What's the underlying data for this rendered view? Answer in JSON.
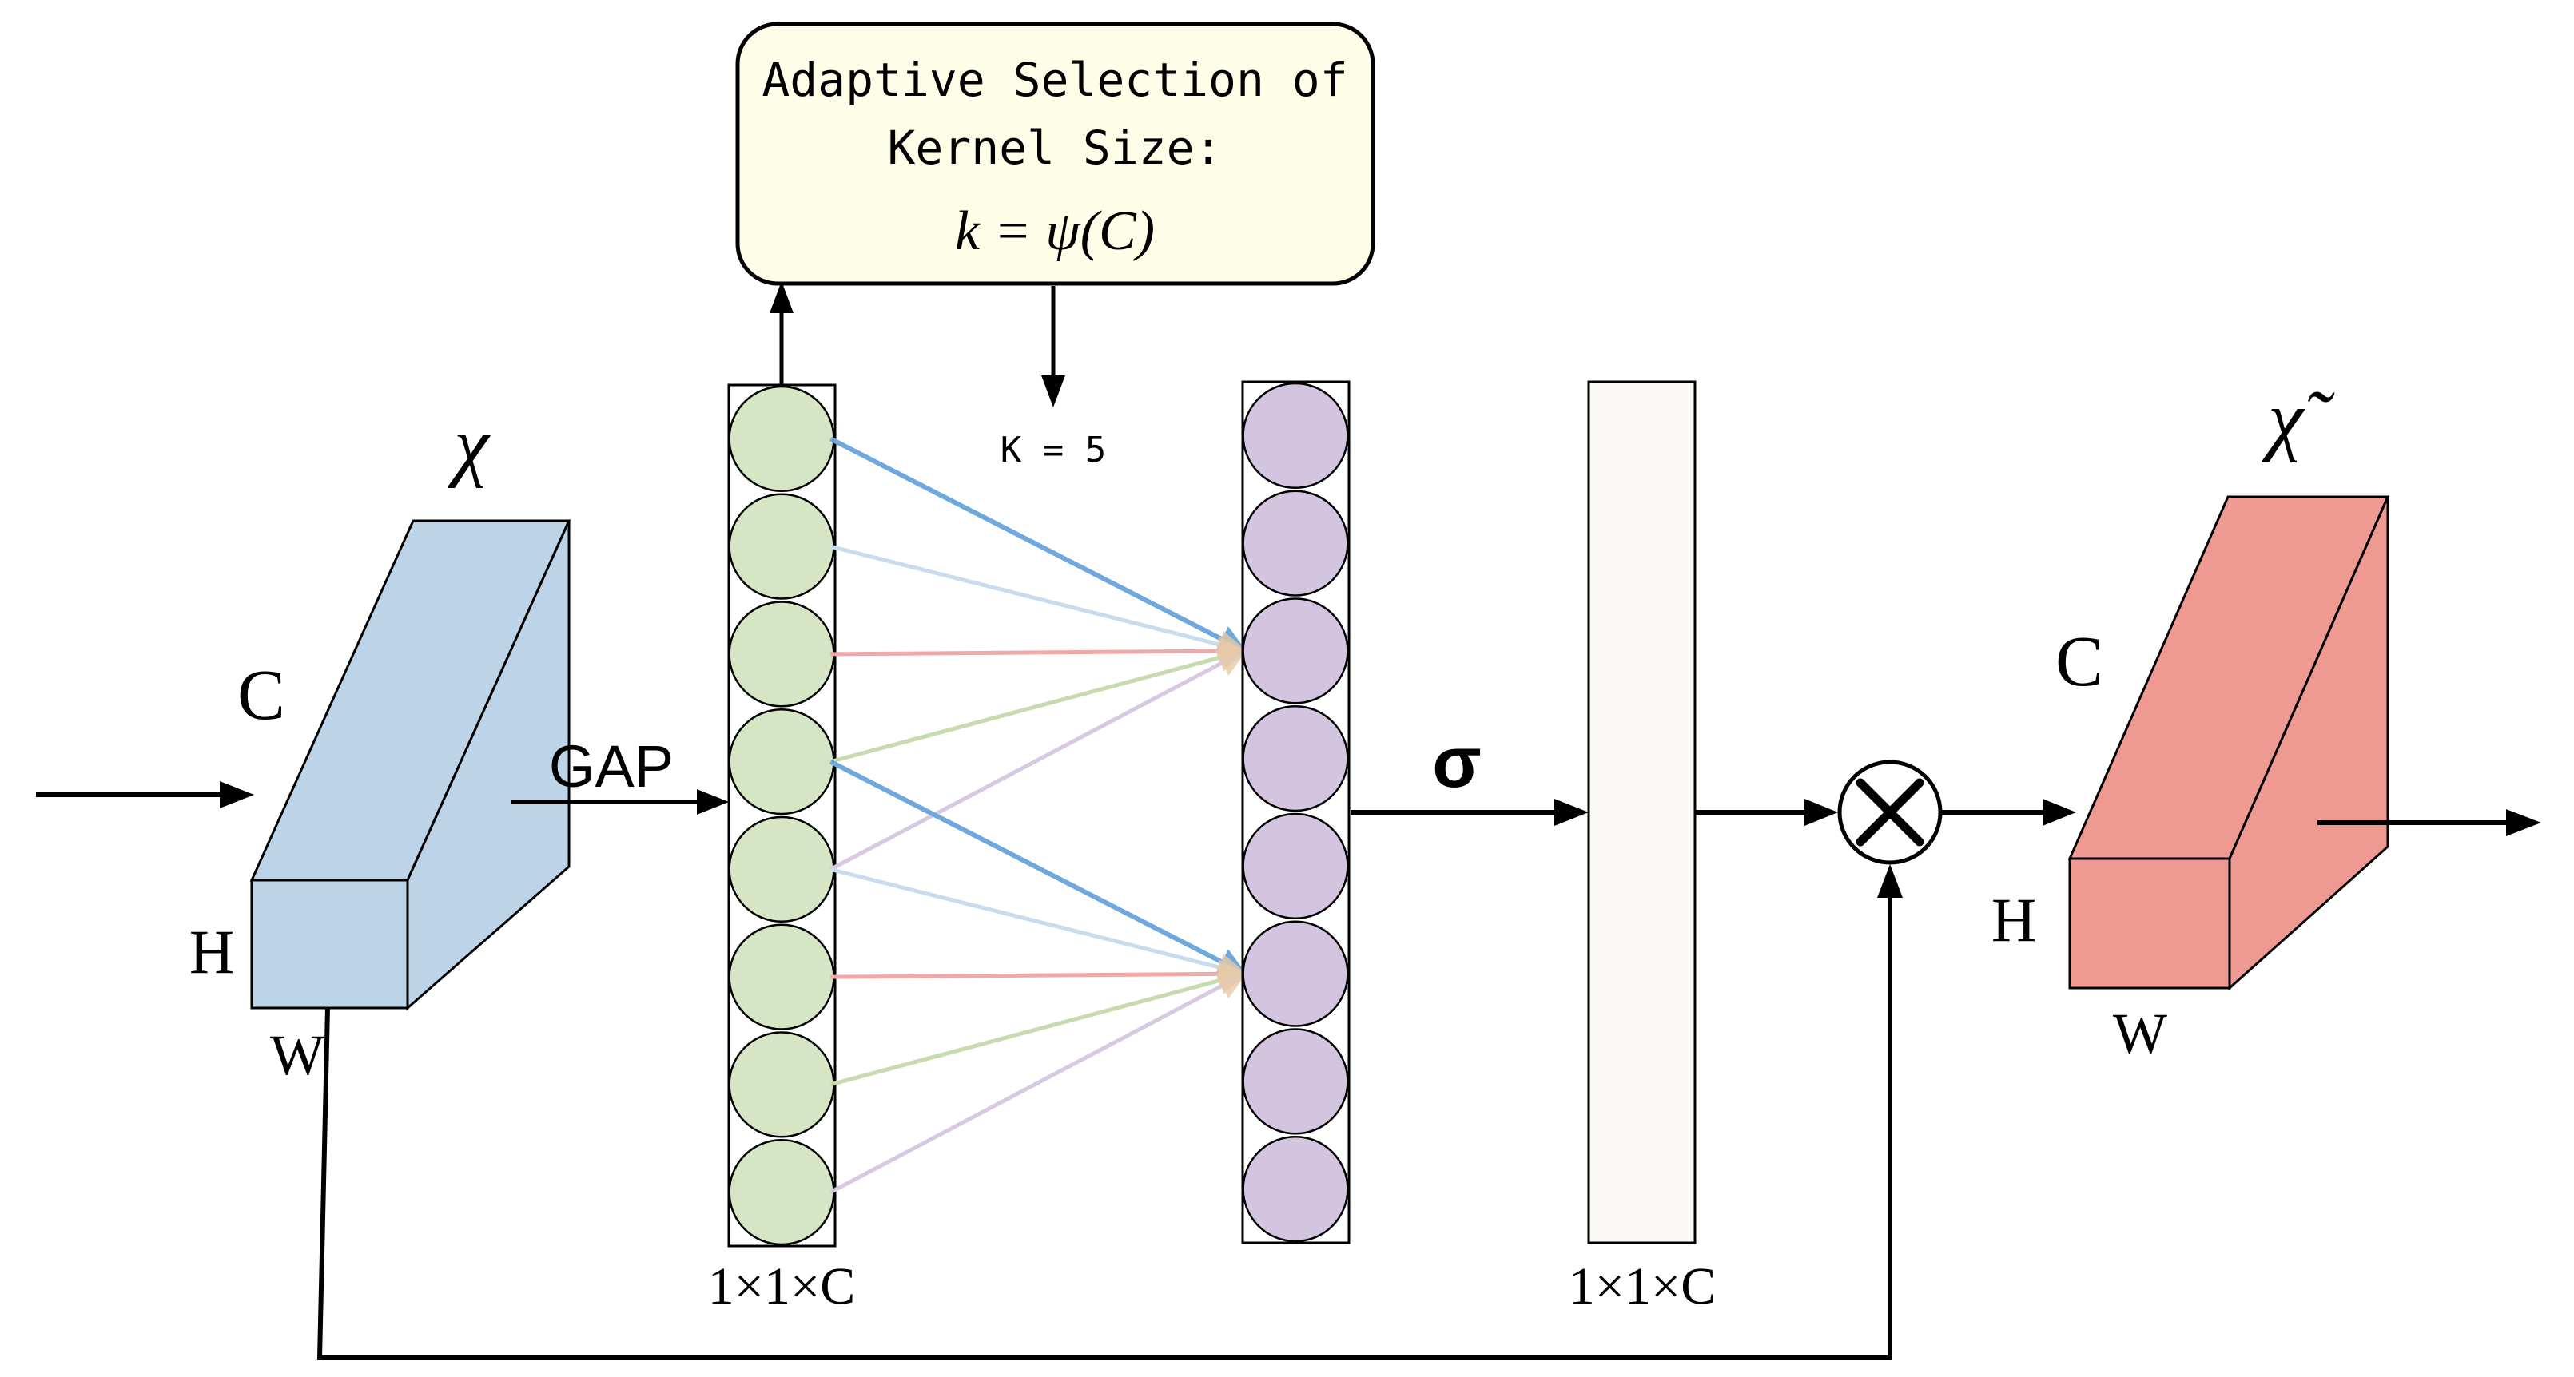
{
  "kernel_box": {
    "line1": "Adaptive Selection of",
    "line2": "Kernel Size:",
    "formula": "k = ψ(C)",
    "bg_color": "#fdfde8"
  },
  "kernel_value": "K = 5",
  "input_tensor": {
    "symbol": "χ",
    "label_c": "C",
    "label_h": "H",
    "label_w": "W",
    "color": "#bcd3e8"
  },
  "output_tensor": {
    "symbol": "χ̃",
    "label_c": "C",
    "label_h": "H",
    "label_w": "W",
    "color": "#ee9a92"
  },
  "gap_label": "GAP",
  "sigma_label": "σ",
  "gap_vector": {
    "label": "1×1×C",
    "color": "#d6e6c4",
    "count": 8
  },
  "conv_vector": {
    "color": "#d3c5e0",
    "count": 8
  },
  "weight_vector": {
    "label": "1×1×C",
    "color": "#fbf9f6"
  },
  "connection_colors": [
    "#6fa8dc",
    "#c9dcee",
    "#f0a8a8",
    "#c6dcae",
    "#d8c8e2"
  ]
}
